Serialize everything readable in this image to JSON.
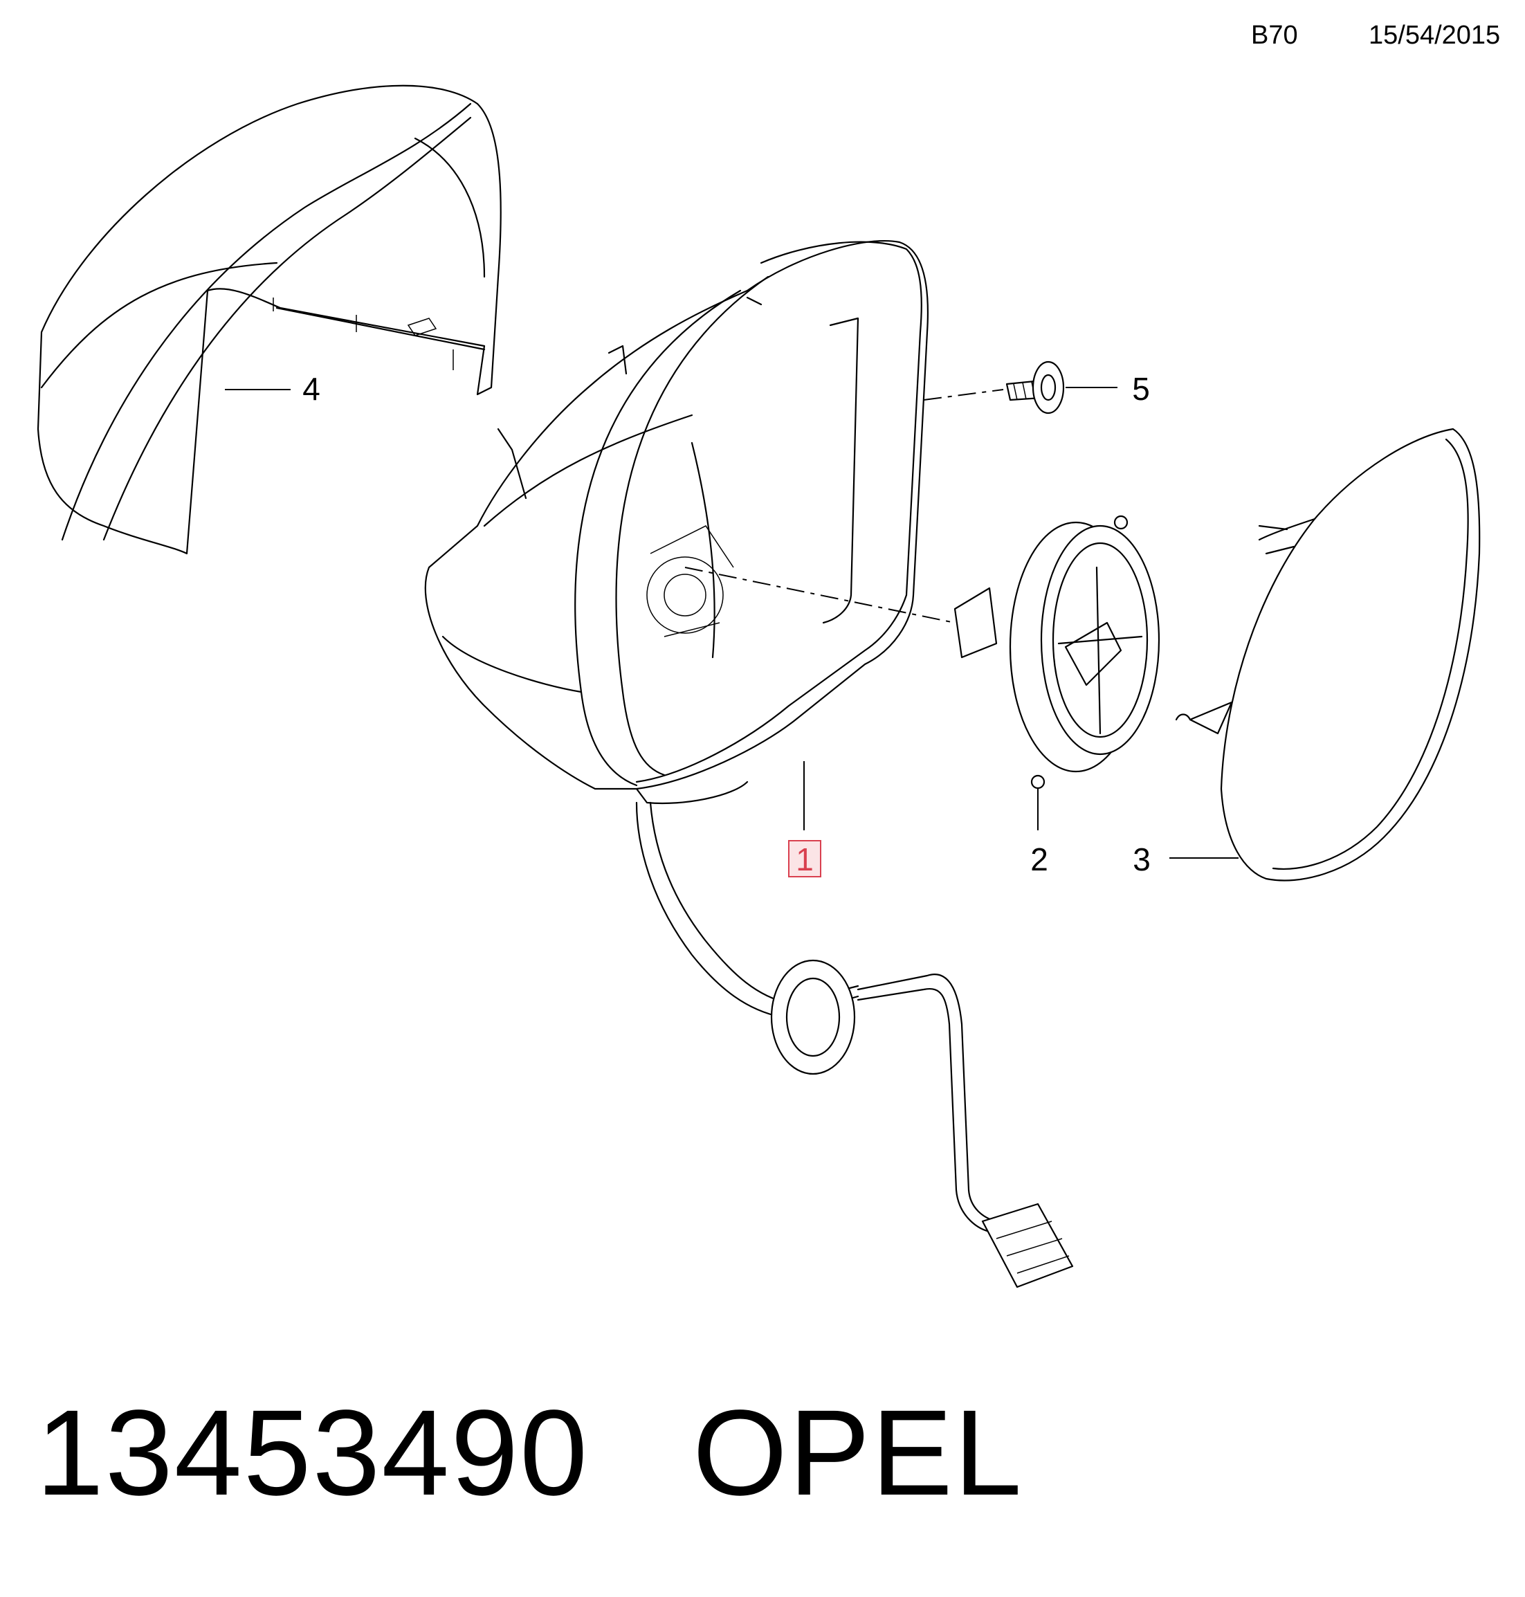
{
  "header": {
    "code": "B70",
    "date": "15/54/2015"
  },
  "callouts": [
    "1",
    "2",
    "3",
    "4",
    "5"
  ],
  "highlighted_callout": "1",
  "footer": {
    "part_number": "13453490",
    "brand": "OPEL"
  },
  "colors": {
    "line": "#000000",
    "background": "#ffffff",
    "highlight": "#d9404f"
  }
}
